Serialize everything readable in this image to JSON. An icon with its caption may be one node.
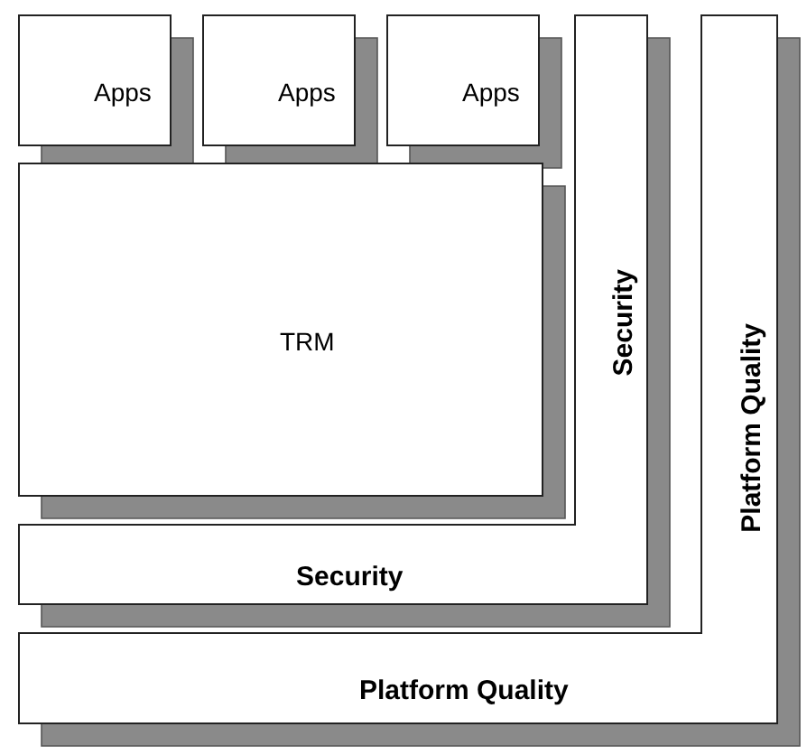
{
  "diagram": {
    "nodes": [
      {
        "text": [
          "Apps"
        ]
      },
      {
        "text": [
          "Apps"
        ]
      },
      {
        "text": [
          "Apps"
        ]
      },
      {
        "text": [
          "TRM"
        ]
      },
      {
        "text": [
          "Security",
          "Security"
        ]
      },
      {
        "text": [
          "Platform Quality",
          "Platform Quality"
        ]
      }
    ],
    "edges": []
  }
}
